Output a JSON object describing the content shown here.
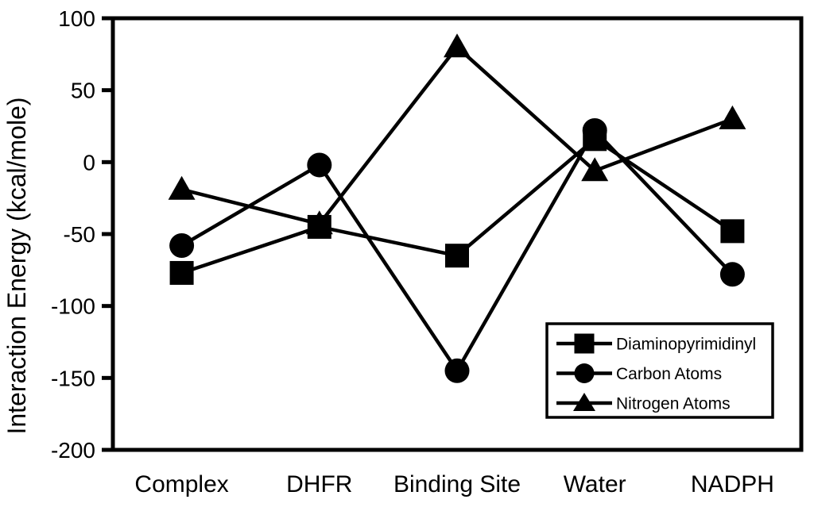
{
  "figure": {
    "background": "#ffffff",
    "foreground": "#000000"
  },
  "chart_data": {
    "type": "line",
    "title": "",
    "xlabel": "",
    "ylabel": "Interaction Energy (kcal/mole)",
    "ylim": [
      -200,
      100
    ],
    "yticks": [
      100,
      50,
      0,
      -50,
      -100,
      -150,
      -200
    ],
    "grid": false,
    "line_color": "#000000",
    "marker_color": "#000000",
    "categories": [
      "Complex",
      "DHFR",
      "Binding Site",
      "Water",
      "NADPH"
    ],
    "series": [
      {
        "name": "Diaminopyrimidinyl",
        "marker": "square",
        "values": [
          -77,
          -45,
          -65,
          16,
          -48
        ]
      },
      {
        "name": "Carbon Atoms",
        "marker": "circle",
        "values": [
          -58,
          -2,
          -145,
          22,
          -78
        ]
      },
      {
        "name": "Nitrogen Atoms",
        "marker": "triangle",
        "values": [
          -19,
          -43,
          80,
          -6,
          30
        ]
      }
    ],
    "legend": {
      "position": "inside-bottom-right",
      "entries": [
        "Diaminopyrimidinyl",
        "Carbon Atoms",
        "Nitrogen Atoms"
      ]
    }
  }
}
